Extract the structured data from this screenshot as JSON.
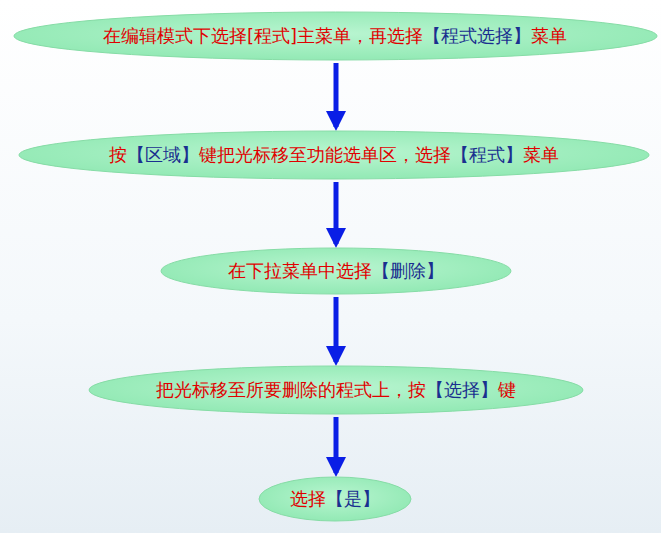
{
  "diagram": {
    "nodes": [
      {
        "text": [
          "在编辑模式下选择[程式]主菜单，再选择【程式选择】菜单"
        ]
      },
      {
        "text": [
          "按【区域】键把光标移至功能选单区，选择【程式】菜单"
        ]
      },
      {
        "text": [
          "在下拉菜单中选择【删除】"
        ]
      },
      {
        "text": [
          "把光标移至所要删除的程式上，按【选择】键"
        ]
      },
      {
        "text": [
          "选择【是】"
        ]
      }
    ],
    "edges": [
      {
        "from": 0,
        "to": 1,
        "arrow": "to"
      },
      {
        "from": 1,
        "to": 2,
        "arrow": "to"
      },
      {
        "from": 2,
        "to": 3,
        "arrow": "to"
      },
      {
        "from": 3,
        "to": 4,
        "arrow": "to"
      }
    ]
  }
}
